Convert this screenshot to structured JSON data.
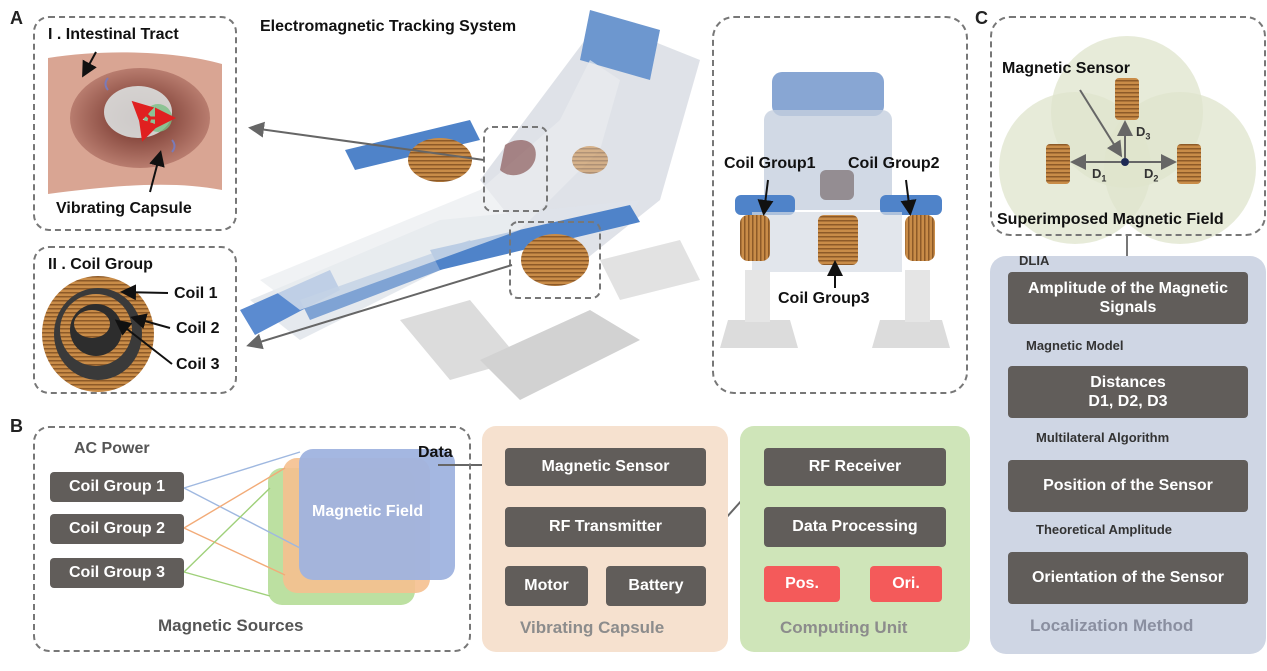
{
  "panel_a": {
    "letter": "A",
    "title": "Electromagnetic Tracking System",
    "inset1": {
      "label": "I . Intestinal Tract",
      "capsule": "Vibrating Capsule"
    },
    "inset2": {
      "label": "II . Coil Group",
      "coil1": "Coil 1",
      "coil2": "Coil 2",
      "coil3": "Coil 3"
    },
    "front": {
      "group1": "Coil Group1",
      "group2": "Coil Group2",
      "group3": "Coil Group3"
    }
  },
  "panel_b": {
    "letter": "B",
    "sources": {
      "power": "AC Power",
      "coil_groups": [
        "Coil Group 1",
        "Coil Group 2",
        "Coil Group 3"
      ],
      "field": "Magnetic Field",
      "caption": "Magnetic Sources"
    },
    "data_label": "Data",
    "capsule": {
      "sensor": "Magnetic Sensor",
      "transmitter": "RF Transmitter",
      "motor": "Motor",
      "battery": "Battery",
      "caption": "Vibrating Capsule"
    },
    "computing": {
      "receiver": "RF Receiver",
      "processing": "Data Processing",
      "pos": "Pos.",
      "ori": "Ori.",
      "caption": "Computing Unit"
    }
  },
  "panel_c": {
    "letter": "C",
    "sensor_label": "Magnetic Sensor",
    "d1": "D",
    "d1_sub": "1",
    "d2": "D",
    "d2_sub": "2",
    "d3": "D",
    "d3_sub": "3",
    "field_label": "Superimposed Magnetic Field",
    "dlia": "DLIA",
    "steps": [
      "Amplitude of the Magnetic Signals",
      "Distances",
      "Position of the Sensor",
      "Orientation of the Sensor"
    ],
    "distances_line2": "D1, D2, D3",
    "links": [
      "Magnetic Model",
      "Multilateral Algorithm",
      "Theoretical Amplitude"
    ],
    "caption": "Localization Method"
  },
  "colors": {
    "box": "#615d5a",
    "red": "#f45a5a",
    "capsule_bg": "#f6e1cf",
    "computing_bg": "#cfe5b9",
    "localization_bg": "#cfd6e4",
    "field_blue": "#9fb3df",
    "field_orange": "#f5c08f",
    "field_green": "#b5dd97",
    "chair_blue": "#4f83c9"
  }
}
